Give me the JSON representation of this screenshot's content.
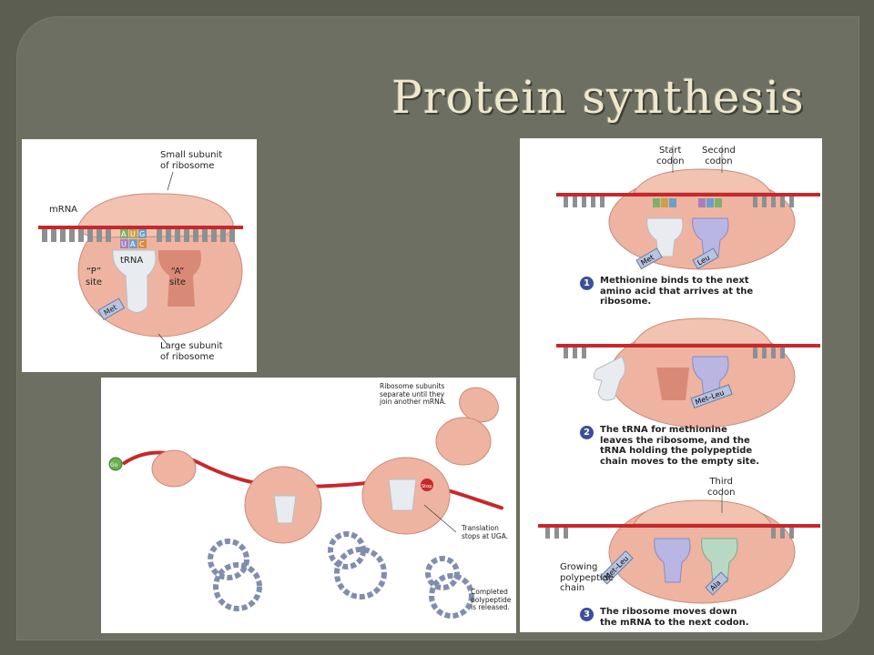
{
  "slide": {
    "title": "Protein synthesis"
  },
  "panel_ribosome": {
    "mrna_label": "mRNA",
    "small_subunit": "Small subunit\nof ribosome",
    "trna_label": "tRNA",
    "p_site": "“P”\nsite",
    "a_site": "“A”\nsite",
    "met_label": "Met",
    "large_subunit": "Large subunit\nof ribosome",
    "codon": [
      "A",
      "U",
      "G"
    ],
    "anticodon": [
      "U",
      "A",
      "C"
    ]
  },
  "panel_steps": {
    "start_codon": "Start\ncodon",
    "second_codon": "Second\ncodon",
    "third_codon": "Third\ncodon",
    "met_label": "Met",
    "leu_label": "Leu",
    "met_leu_label": "Met–Leu",
    "ala_label": "Ala",
    "growing_chain": "Growing\npolypeptide\nchain",
    "steps": [
      {
        "number": "1",
        "text": "Methionine binds to the next\namino acid that arrives at the\nribosome."
      },
      {
        "number": "2",
        "text": "The tRNA for methionine\nleaves the ribosome, and the\ntRNA holding the polypeptide\nchain moves to the empty site."
      },
      {
        "number": "3",
        "text": "The ribosome moves down\nthe mRNA to the next codon."
      }
    ]
  },
  "panel_translation": {
    "go_label": "Go",
    "stop_label": "Stop",
    "subunits_separate": "Ribosome subunits\nseparate until they\njoin another mRNA.",
    "translation_stops": "Translation\nstops at UGA.",
    "completed": "Completed\npolypeptide\nis released."
  },
  "colors": {
    "background": "#6d6f62",
    "title": "#efe8cc",
    "ribosome": "#f0b8a6",
    "mrna": "#c8282b",
    "trna": "#e6e9ee",
    "polypeptide": "#a9b9e6"
  }
}
